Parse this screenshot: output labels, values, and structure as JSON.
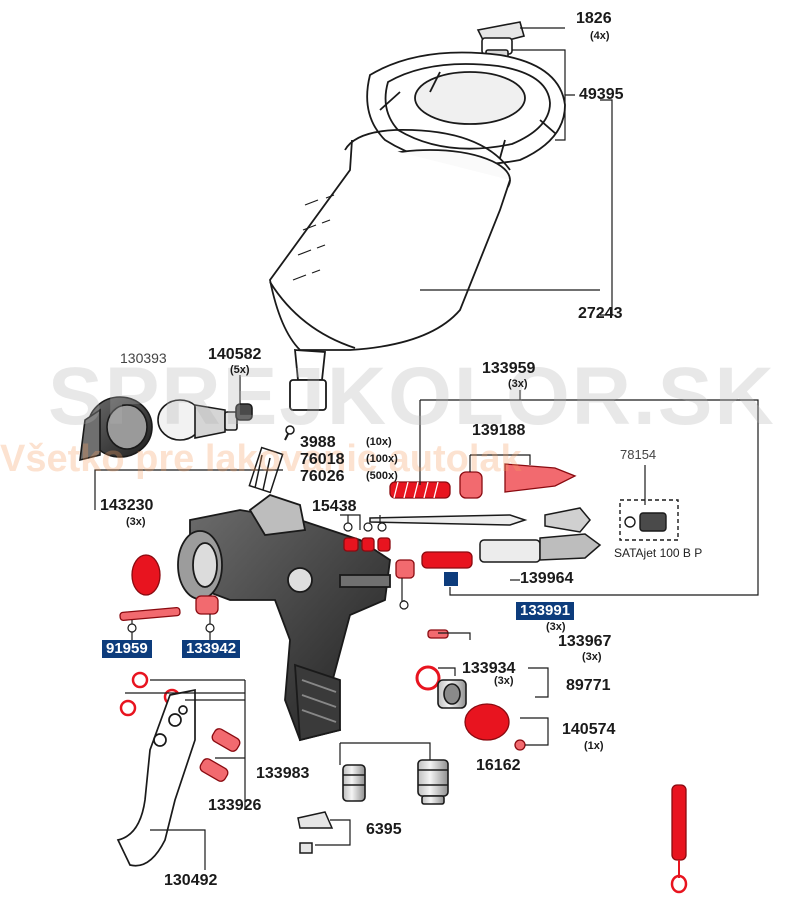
{
  "watermark": {
    "brand": "SPREJKOLOR.SK",
    "tagline": "Všetko pre lakovanie autolak"
  },
  "colors": {
    "line": "#1a1a1a",
    "highlight_part": "#e8141f",
    "label_box": "#0d3c7c"
  },
  "parts": {
    "p1826": {
      "number": "1826",
      "qty": "(4x)"
    },
    "p49395": {
      "number": "49395"
    },
    "p27243": {
      "number": "27243"
    },
    "p130393": {
      "number": "130393"
    },
    "p140582": {
      "number": "140582",
      "qty": "(5x)"
    },
    "p133959": {
      "number": "133959",
      "qty": "(3x)"
    },
    "p139188": {
      "number": "139188"
    },
    "p78154": {
      "number": "78154",
      "note": "SATAjet 100 B P"
    },
    "p3988": {
      "number": "3988",
      "qty": "(10x)"
    },
    "p76018": {
      "number": "76018",
      "qty": "(100x)"
    },
    "p76026": {
      "number": "76026",
      "qty": "(500x)"
    },
    "p143230": {
      "number": "143230",
      "qty": "(3x)"
    },
    "p15438": {
      "number": "15438"
    },
    "p139964": {
      "number": "139964"
    },
    "p133991": {
      "number": "133991",
      "qty": "(3x)"
    },
    "p91959": {
      "number": "91959"
    },
    "p133942": {
      "number": "133942"
    },
    "p133967": {
      "number": "133967",
      "qty": "(3x)"
    },
    "p133934": {
      "number": "133934",
      "qty": "(3x)"
    },
    "p89771": {
      "number": "89771"
    },
    "p140574": {
      "number": "140574",
      "qty": "(1x)"
    },
    "p133983": {
      "number": "133983"
    },
    "p16162": {
      "number": "16162"
    },
    "p133926": {
      "number": "133926"
    },
    "p6395": {
      "number": "6395"
    },
    "p130492": {
      "number": "130492"
    }
  }
}
